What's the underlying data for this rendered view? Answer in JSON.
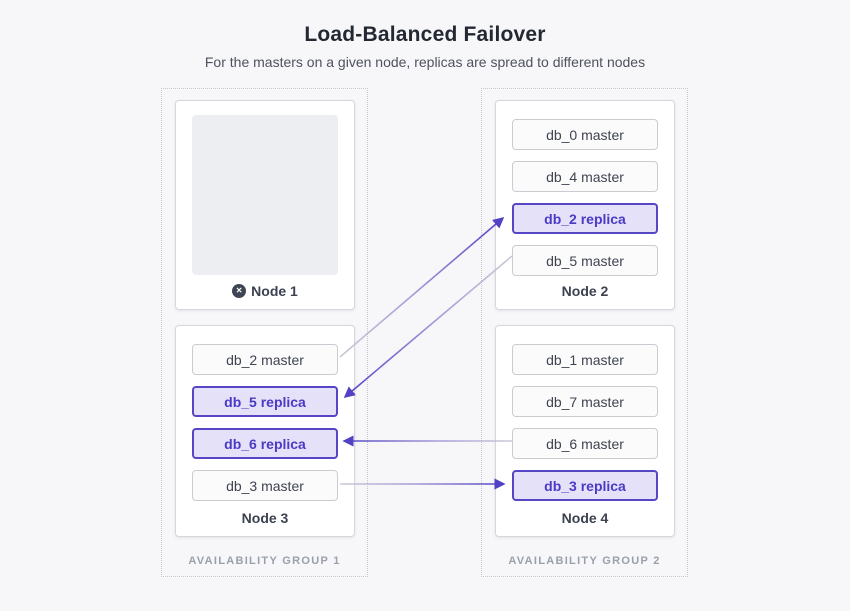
{
  "title": "Load-Balanced Failover",
  "subtitle": "For the masters on a given node, replicas are spread to different nodes",
  "icons": {
    "failed_node_glyph": "✕"
  },
  "colors": {
    "background": "#f7f7f9",
    "accent_purple": "#5646c6",
    "highlight_bg": "#e5e1f8",
    "highlight_text": "#4a3ac5",
    "arrow_light": "#ccc9d6",
    "card_border": "#d5d7dc",
    "db_border": "#c9ccd1",
    "muted_label": "#9aa0ab",
    "failed_icon_bg": "#3e4453"
  },
  "groups": [
    {
      "label": "AVAILABILITY GROUP 1",
      "nodes": [
        {
          "name": "Node 1",
          "failed": true,
          "databases": []
        },
        {
          "name": "Node 3",
          "failed": false,
          "databases": [
            {
              "label": "db_2 master",
              "highlight": false
            },
            {
              "label": "db_5 replica",
              "highlight": true
            },
            {
              "label": "db_6 replica",
              "highlight": true
            },
            {
              "label": "db_3 master",
              "highlight": false
            }
          ]
        }
      ]
    },
    {
      "label": "AVAILABILITY GROUP 2",
      "nodes": [
        {
          "name": "Node 2",
          "failed": false,
          "databases": [
            {
              "label": "db_0 master",
              "highlight": false
            },
            {
              "label": "db_4 master",
              "highlight": false
            },
            {
              "label": "db_2 replica",
              "highlight": true
            },
            {
              "label": "db_5 master",
              "highlight": false
            }
          ]
        },
        {
          "name": "Node 4",
          "failed": false,
          "databases": [
            {
              "label": "db_1 master",
              "highlight": false
            },
            {
              "label": "db_7 master",
              "highlight": false
            },
            {
              "label": "db_6 master",
              "highlight": false
            },
            {
              "label": "db_3 replica",
              "highlight": true
            }
          ]
        }
      ]
    }
  ],
  "arrows": [
    {
      "from": "db_2 master",
      "from_node": "Node 3",
      "to": "db_2 replica",
      "to_node": "Node 2"
    },
    {
      "from": "db_5 master",
      "from_node": "Node 2",
      "to": "db_5 replica",
      "to_node": "Node 3"
    },
    {
      "from": "db_6 master",
      "from_node": "Node 4",
      "to": "db_6 replica",
      "to_node": "Node 3"
    },
    {
      "from": "db_3 master",
      "from_node": "Node 3",
      "to": "db_3 replica",
      "to_node": "Node 4"
    }
  ]
}
